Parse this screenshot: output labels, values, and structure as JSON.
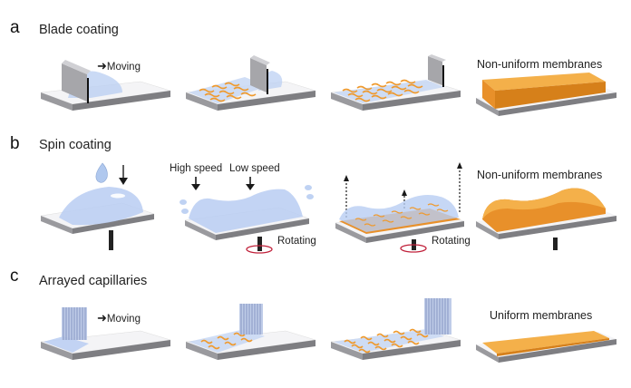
{
  "figure": {
    "panels": [
      {
        "letter": "a",
        "title": "Blade coating",
        "moving_label": "Moving",
        "result_label": "Non-uniform membranes"
      },
      {
        "letter": "b",
        "title": "Spin coating",
        "high_speed_label": "High speed",
        "low_speed_label": "Low speed",
        "rotating_label_1": "Rotating",
        "rotating_label_2": "Rotating",
        "result_label": "Non-uniform membranes"
      },
      {
        "letter": "c",
        "title": "Arrayed capillaries",
        "moving_label": "Moving",
        "result_label": "Uniform membranes"
      }
    ],
    "colors": {
      "substrate_top": "#f4f4f6",
      "substrate_side": "#8a8a8e",
      "liquid": "#b8cdf2",
      "membrane": "#f0a030",
      "membrane_dark": "#d6801a",
      "blade": "#a8a8ac",
      "rotation_arrow": "#c0203a",
      "arrow": "#1a1a1a"
    }
  }
}
